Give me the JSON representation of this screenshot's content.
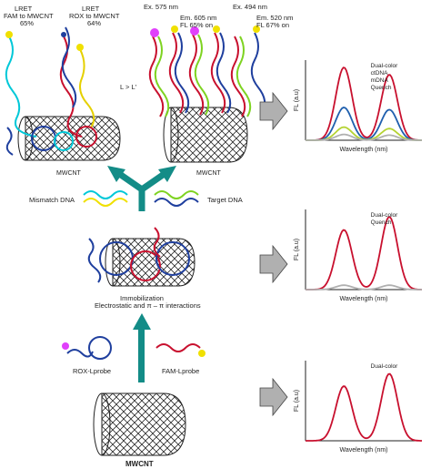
{
  "top": {
    "lret_fam": {
      "line1": "LRET",
      "line2": "FAM to MWCNT",
      "line3": "65%"
    },
    "lret_rox": {
      "line1": "LRET",
      "line2": "ROX to MWCNT",
      "line3": "64%"
    },
    "l_compare": "L > L'",
    "tube_label_left": "MWCNT",
    "tube_label_right": "MWCNT",
    "ex_575": "Ex. 575 nm",
    "ex_494": "Ex. 494 nm",
    "em_605_line1": "Em. 605 nm",
    "em_605_line2": "FL 65% on",
    "em_520_line1": "Em. 520 nm",
    "em_520_line2": "FL 67% on"
  },
  "middle": {
    "mismatch_dna": "Mismatch DNA",
    "target_dna": "Target DNA",
    "immobilization_line1": "Immobilization",
    "immobilization_line2": "Electrostatic and π – π interactions"
  },
  "bottom": {
    "rox_lprobe": "ROX-Lprobe",
    "fam_lprobe": "FAM-Lprobe",
    "mwcnt": "MWCNT"
  },
  "charts": [
    {
      "ylabel": "FL (a.u)",
      "xlabel": "Wavelength (nm)",
      "legend": [
        "Dual-color",
        "ctDNA",
        "mDNA",
        "Quench"
      ],
      "legend_colors": [
        "#c8102e",
        "#1f5fae",
        "#b5d334",
        "#b0b0b0"
      ],
      "peaks_relative": [
        [
          1.0,
          0.9
        ],
        [
          0.45,
          0.42
        ],
        [
          0.18,
          0.16
        ],
        [
          0.08,
          0.07
        ]
      ]
    },
    {
      "ylabel": "FL (a.u)",
      "xlabel": "Wavelength (nm)",
      "legend": [
        "Dual-color",
        "Quench"
      ],
      "legend_colors": [
        "#c8102e",
        "#b0b0b0"
      ],
      "peaks_relative": [
        [
          0.82,
          1.0
        ],
        [
          0.06,
          0.06
        ]
      ]
    },
    {
      "ylabel": "FL (a.u)",
      "xlabel": "Wavelength (nm)",
      "legend": [
        "Dual-color"
      ],
      "legend_colors": [
        "#c8102e"
      ],
      "peaks_relative": [
        [
          0.75,
          0.92
        ]
      ]
    }
  ],
  "colors": {
    "rox": "#e040fb",
    "fam": "#f0e000",
    "red_strand": "#c8102e",
    "blue_strand": "#1f3f9e",
    "green_strand": "#7ed321",
    "cyan_strand": "#00c8d8",
    "teal_arrow": "#138c87",
    "gray_arrow": "#9a9a9a"
  }
}
